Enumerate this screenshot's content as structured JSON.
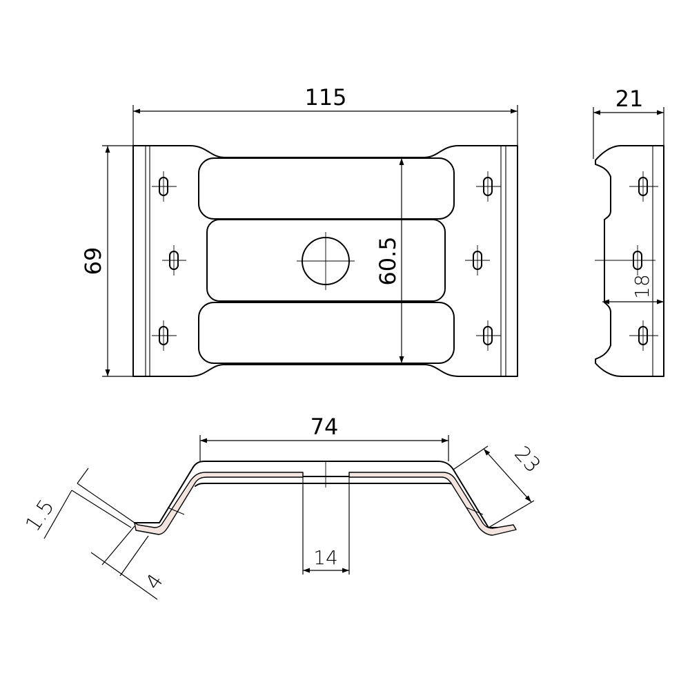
{
  "dimensions": {
    "overall_width": "115",
    "overall_height": "69",
    "inner_height": "60.5",
    "side_width": "21",
    "side_inner": "18",
    "section_width": "74",
    "slope_length": "23",
    "thickness": "1.5",
    "flange": "4",
    "hole_span": "14"
  },
  "colors": {
    "line": "#000000",
    "section_fill": "#f3e4e0",
    "background": "#ffffff"
  }
}
